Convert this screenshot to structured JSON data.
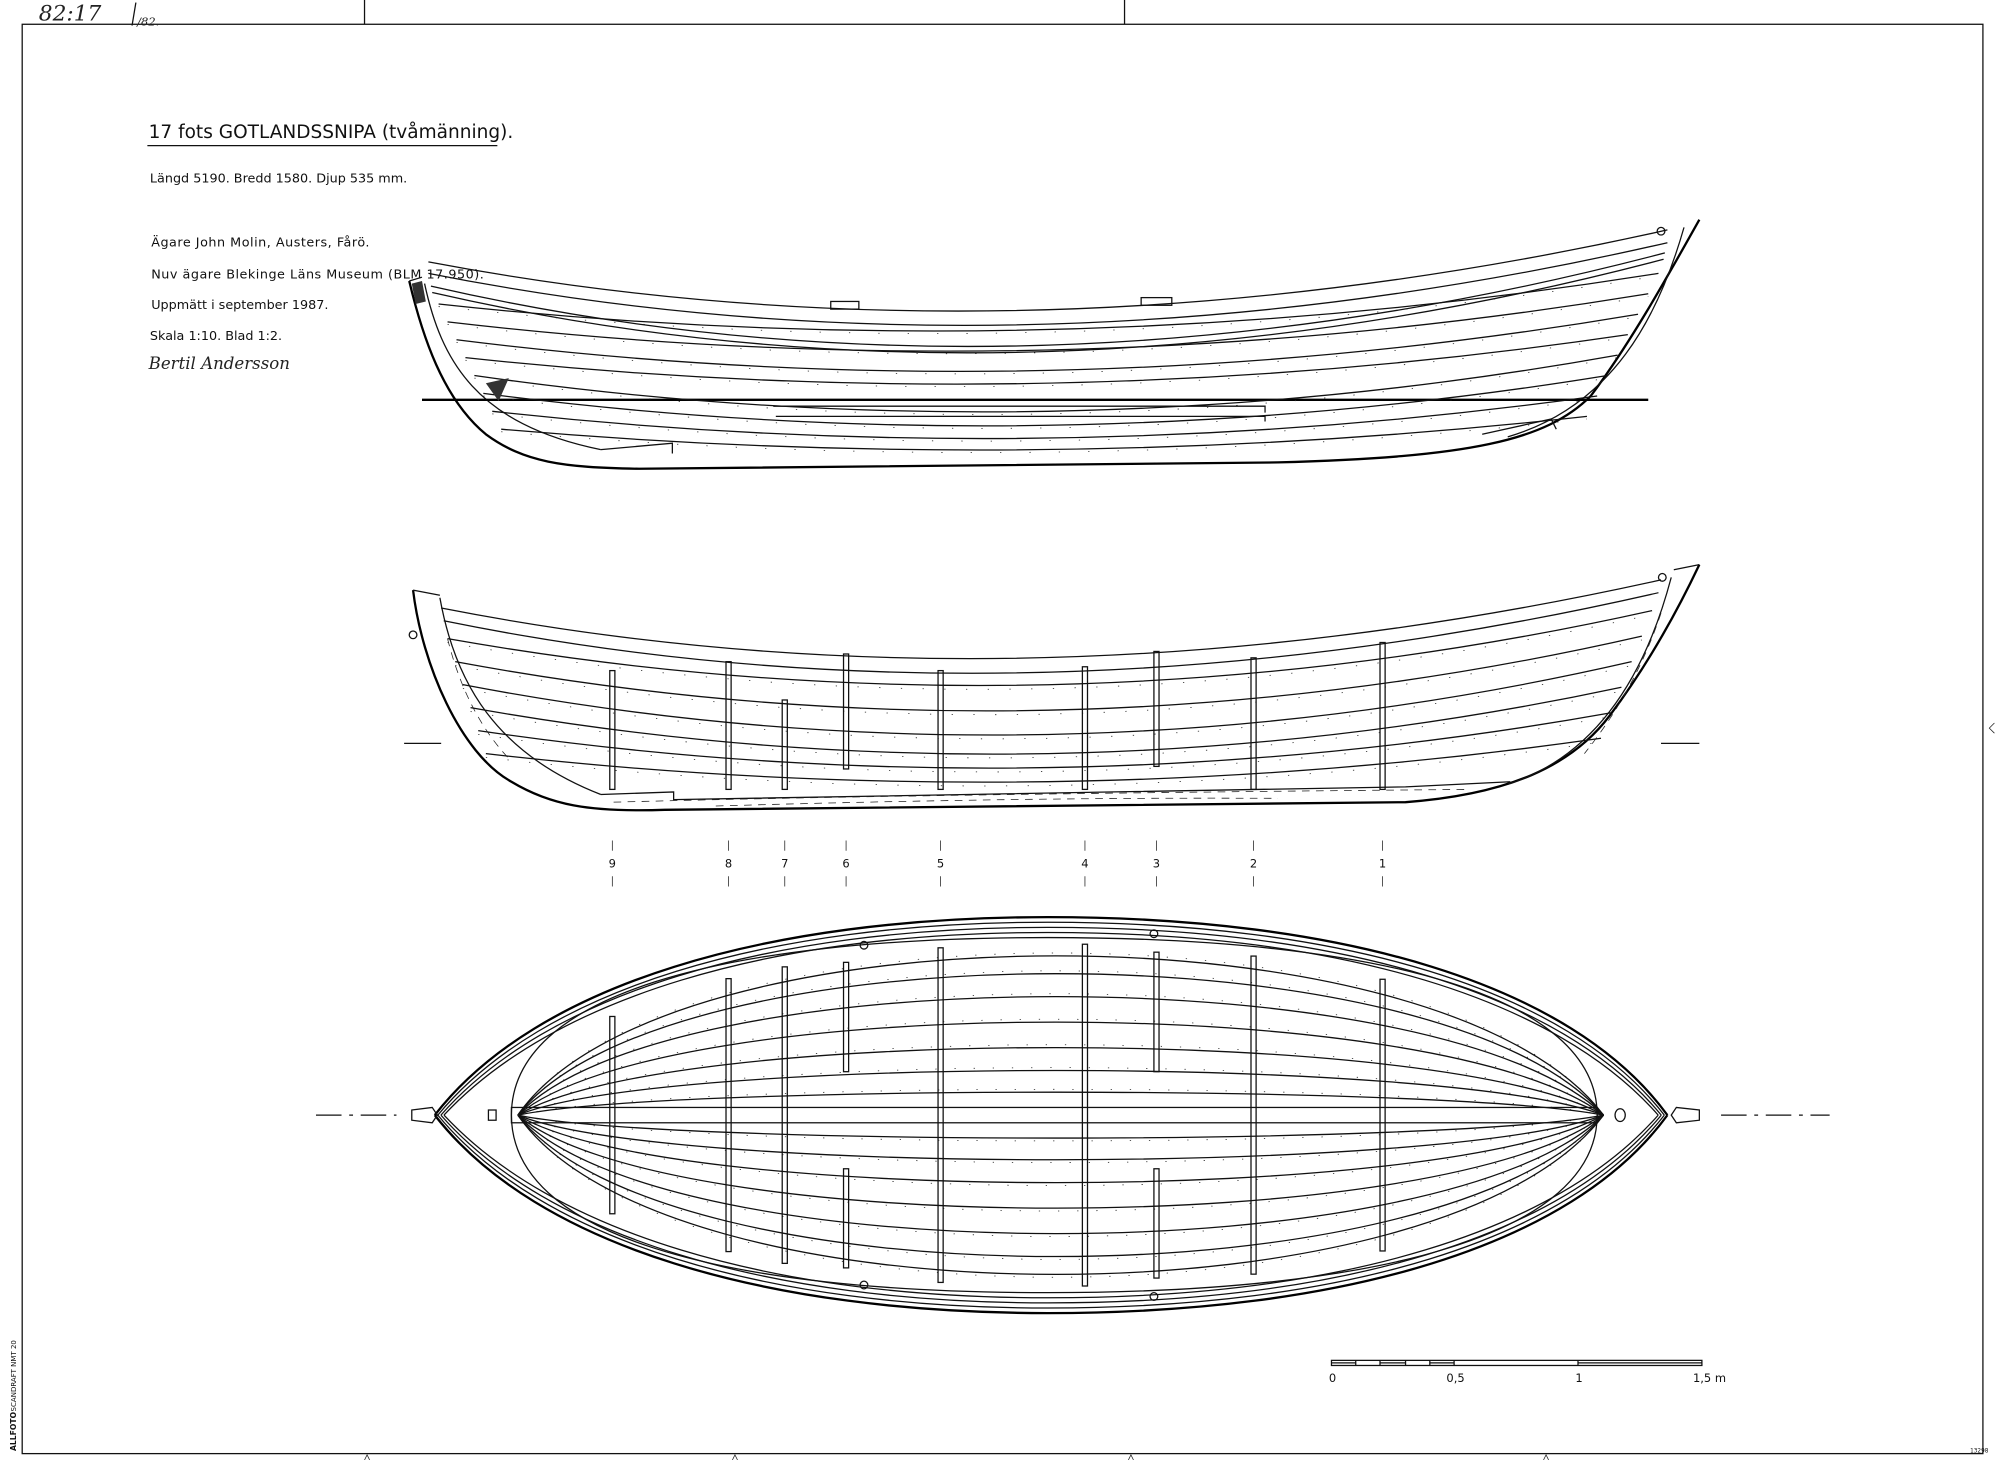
{
  "sheet": {
    "handwritten_number": "82:17",
    "handwritten_year": "/82.",
    "title": "17 fots GOTLANDSSNIPA (tvåmänning).",
    "dimensions": "Längd 5190.  Bredd 1580.  Djup 535 mm.",
    "owner": "Ägare  John Molin, Austers, Fårö.",
    "current_owner": "Nuv ägare  Blekinge Läns Museum  (BLM 17.950).",
    "measured": "Uppmätt i september 1987.",
    "scale": "Skala 1:10.  Blad 1:2.",
    "signature": "Bertil Andersson"
  },
  "stations": [
    "9",
    "8",
    "7",
    "6",
    "5",
    "4",
    "3",
    "2",
    "1"
  ],
  "scale_bar": {
    "labels": [
      "0",
      "0,5",
      "1",
      "1,5 m"
    ]
  },
  "margin": {
    "paper_brand": "SCANDRAFT NMT 20",
    "maker": "ALLFOTO",
    "sheet_number": "13298"
  }
}
